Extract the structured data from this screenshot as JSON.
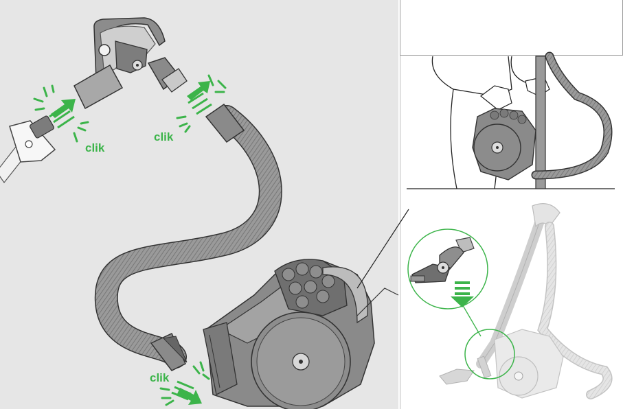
{
  "labels": {
    "clik_1": "clik",
    "clik_2": "clik",
    "clik_3": "clik"
  },
  "colors": {
    "accent_green": "#3cb44a",
    "panel_gray": "#e6e6e6",
    "machine_gray": "#8a8a8a",
    "line_dark": "#2b2b2b"
  },
  "icons": [
    "arrow-up-right-icon",
    "arrow-down-icon",
    "click-burst-icon"
  ]
}
